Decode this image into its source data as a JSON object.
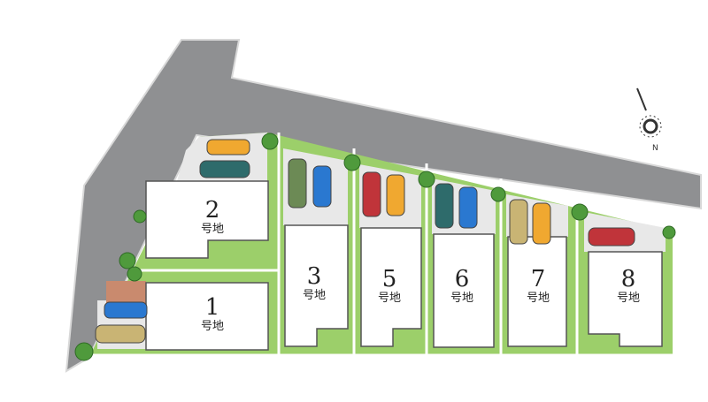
{
  "colors": {
    "road": "#8f9092",
    "lawn": "#9ccf6a",
    "paving": "#e6e6e6",
    "brick": "#c98a6e",
    "building": "#ffffff",
    "tree": "#4f9a3c"
  },
  "compass": {
    "north_label": "N"
  },
  "lots": [
    {
      "number": "2",
      "suffix": "号地"
    },
    {
      "number": "1",
      "suffix": "号地"
    },
    {
      "number": "3",
      "suffix": "号地"
    },
    {
      "number": "5",
      "suffix": "号地"
    },
    {
      "number": "6",
      "suffix": "号地"
    },
    {
      "number": "7",
      "suffix": "号地"
    },
    {
      "number": "8",
      "suffix": "号地"
    }
  ]
}
